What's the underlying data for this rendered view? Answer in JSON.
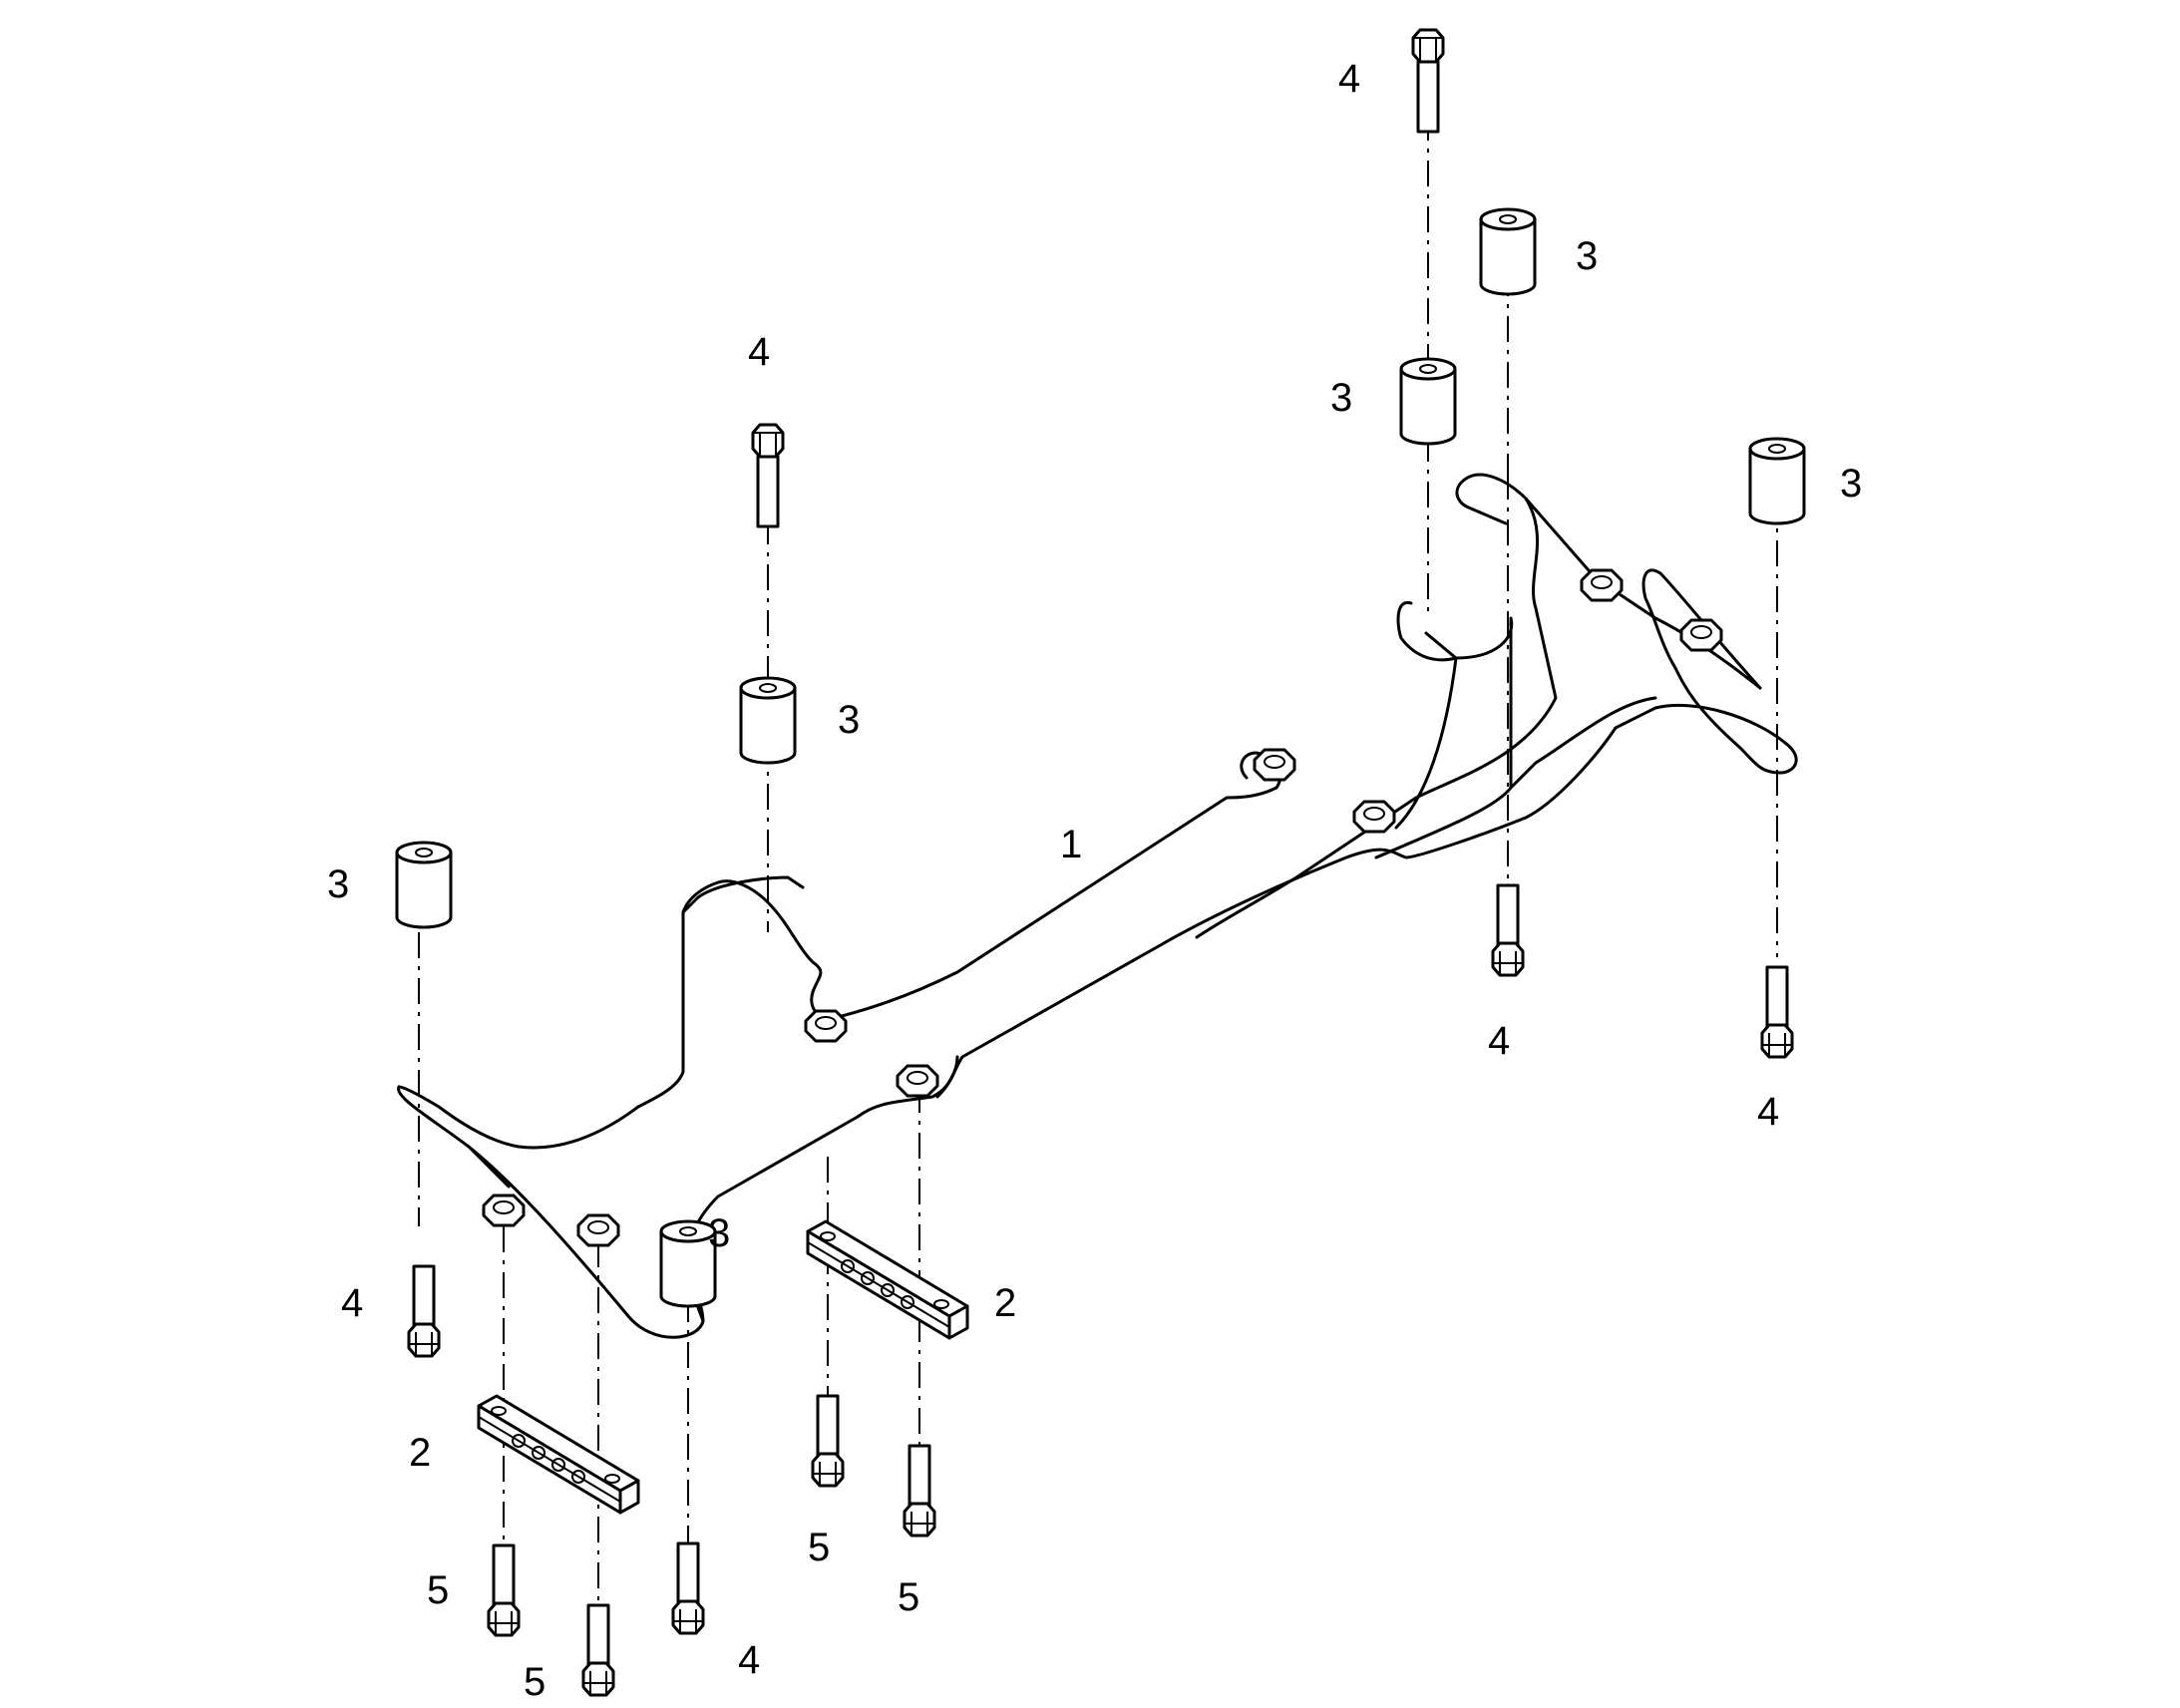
{
  "callouts": {
    "frame": "1",
    "spacer": "2",
    "bushing": "3",
    "bolt": "4",
    "screw": "5"
  }
}
